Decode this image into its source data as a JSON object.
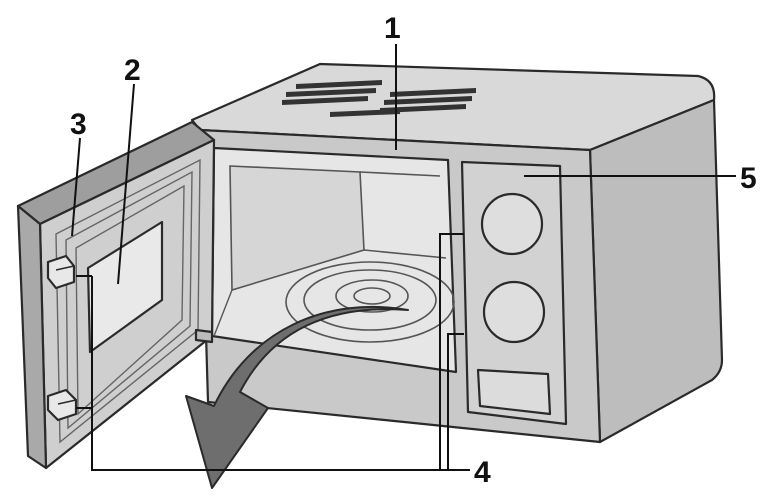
{
  "labels": {
    "l1": "1",
    "l2": "2",
    "l3": "3",
    "l4": "4",
    "l5": "5"
  },
  "colors": {
    "outline": "#2a2a2a",
    "body_top": "#d9d9d9",
    "body_front": "#c8c8c8",
    "body_side": "#b9b9b9",
    "cavity": "#dcdcdc",
    "arrow": "#6b6b6b",
    "background": "#ffffff"
  },
  "icons": {
    "arrow": "curved-open-arrow",
    "vents": "vent-slots",
    "knobs": "control-knob"
  }
}
